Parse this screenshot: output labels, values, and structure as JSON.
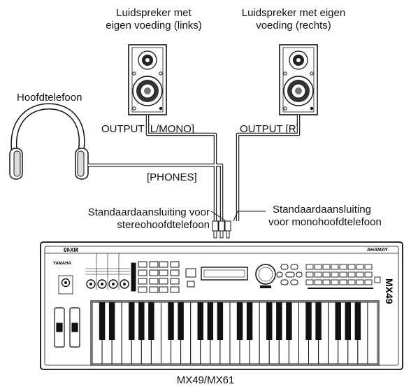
{
  "labels": {
    "speaker_left": [
      "Luidspreker met",
      "eigen voeding (links)"
    ],
    "speaker_right": [
      "Luidspreker met eigen",
      "voeding (rechts)"
    ],
    "headphones": "Hoofdtelefoon",
    "output_left": "OUTPUT [L/MONO]",
    "output_right": "OUTPUT [R]",
    "phones": "[PHONES]",
    "stereo_plug": [
      "Standaardaansluiting voor",
      "stereohoofdtelefoon"
    ],
    "mono_plug": [
      "Standaardaansluiting",
      "voor monohoofdtelefoon"
    ],
    "model": "MX49/MX61"
  },
  "panel": {
    "brand": "YAMAHA",
    "model_mirrored": "MX49",
    "brand_mirrored": "YAMAHA",
    "logo_vertical": "MX49"
  },
  "icons": {
    "speaker": "monitor-speaker-icon",
    "headphones": "headphones-icon",
    "keyboard": "synthesizer-keyboard-icon"
  }
}
